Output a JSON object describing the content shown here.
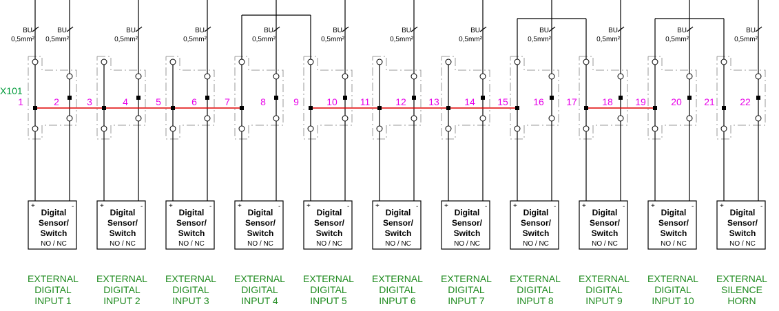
{
  "terminal_strip": {
    "label": "X101",
    "label_color": "#009a3a",
    "terminal_color": "#e800e8",
    "bridge_color": "#e00000",
    "terminals": [
      "1",
      "2",
      "3",
      "4",
      "5",
      "6",
      "7",
      "8",
      "9",
      "10",
      "11",
      "12",
      "13",
      "14",
      "15",
      "16",
      "17",
      "18",
      "19",
      "20",
      "21",
      "22"
    ],
    "bridges": [
      [
        "1",
        "7"
      ],
      [
        "9",
        "15"
      ],
      [
        "17",
        "19"
      ]
    ],
    "jumper_loops": [
      [
        "7",
        "9"
      ],
      [
        "15",
        "17"
      ],
      [
        "19",
        "21"
      ]
    ],
    "top_feed_terminals": [
      "1"
    ]
  },
  "wire_spec": {
    "color_code": "BU",
    "cross_section": "0,5mm²"
  },
  "wire_labels_on_terminals": [
    "1",
    "2",
    "4",
    "6",
    "8",
    "10",
    "12",
    "14",
    "16",
    "18",
    "20",
    "22"
  ],
  "devices": [
    {
      "title_lines": [
        "Digital",
        "Sensor/",
        "Switch"
      ],
      "subtitle": "NO / NC",
      "plus": "+",
      "minus": "-",
      "label_lines": [
        "EXTERNAL",
        "DIGITAL",
        "INPUT 1"
      ]
    },
    {
      "title_lines": [
        "Digital",
        "Sensor/",
        "Switch"
      ],
      "subtitle": "NO / NC",
      "plus": "+",
      "minus": "-",
      "label_lines": [
        "EXTERNAL",
        "DIGITAL",
        "INPUT 2"
      ]
    },
    {
      "title_lines": [
        "Digital",
        "Sensor/",
        "Switch"
      ],
      "subtitle": "NO / NC",
      "plus": "+",
      "minus": "-",
      "label_lines": [
        "EXTERNAL",
        "DIGITAL",
        "INPUT 3"
      ]
    },
    {
      "title_lines": [
        "Digital",
        "Sensor/",
        "Switch"
      ],
      "subtitle": "NO / NC",
      "plus": "+",
      "minus": "-",
      "label_lines": [
        "EXTERNAL",
        "DIGITAL",
        "INPUT 4"
      ]
    },
    {
      "title_lines": [
        "Digital",
        "Sensor/",
        "Switch"
      ],
      "subtitle": "NO / NC",
      "plus": "+",
      "minus": "-",
      "label_lines": [
        "EXTERNAL",
        "DIGITAL",
        "INPUT 5"
      ]
    },
    {
      "title_lines": [
        "Digital",
        "Sensor/",
        "Switch"
      ],
      "subtitle": "NO / NC",
      "plus": "+",
      "minus": "-",
      "label_lines": [
        "EXTERNAL",
        "DIGITAL",
        "INPUT 6"
      ]
    },
    {
      "title_lines": [
        "Digital",
        "Sensor/",
        "Switch"
      ],
      "subtitle": "NO / NC",
      "plus": "+",
      "minus": "-",
      "label_lines": [
        "EXTERNAL",
        "DIGITAL",
        "INPUT 7"
      ]
    },
    {
      "title_lines": [
        "Digital",
        "Sensor/",
        "Switch"
      ],
      "subtitle": "NO / NC",
      "plus": "+",
      "minus": "-",
      "label_lines": [
        "EXTERNAL",
        "DIGITAL",
        "INPUT 8"
      ]
    },
    {
      "title_lines": [
        "Digital",
        "Sensor/",
        "Switch"
      ],
      "subtitle": "NO / NC",
      "plus": "+",
      "minus": "-",
      "label_lines": [
        "EXTERNAL",
        "DIGITAL",
        "INPUT 9"
      ]
    },
    {
      "title_lines": [
        "Digital",
        "Sensor/",
        "Switch"
      ],
      "subtitle": "NO / NC",
      "plus": "+",
      "minus": "-",
      "label_lines": [
        "EXTERNAL",
        "DIGITAL",
        "INPUT 10"
      ]
    },
    {
      "title_lines": [
        "Digital",
        "Sensor/",
        "Switch"
      ],
      "subtitle": "NO / NC",
      "plus": "+",
      "minus": "-",
      "label_lines": [
        "EXTERNAL",
        "SILENCE",
        "HORN"
      ]
    }
  ]
}
